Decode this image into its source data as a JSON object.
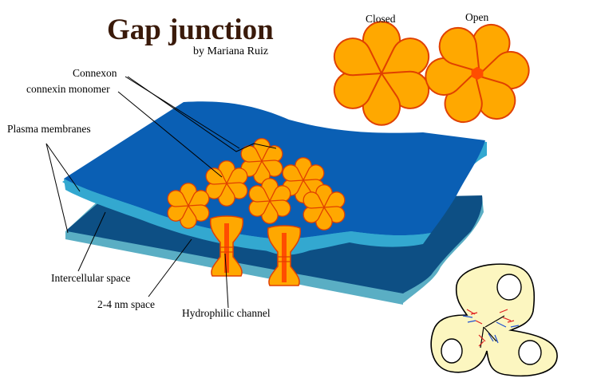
{
  "header": {
    "title": "Gap junction",
    "byline": "by Mariana Ruiz"
  },
  "states": {
    "closed": "Closed",
    "open": "Open"
  },
  "labels": {
    "connexon": "Connexon",
    "connexin_monomer": "connexin monomer",
    "plasma_membranes": "Plasma membranes",
    "intercellular_space": "Intercellular space",
    "nm_space": "2-4 nm space",
    "hydrophilic_channel": "Hydrophilic channel"
  },
  "colors": {
    "membrane_top": "#0a5fb4",
    "membrane_edge": "#33a8d0",
    "membrane_lower": "#0d4f84",
    "membrane_lower_edge": "#5aaec4",
    "connexon_fill": "#ffa800",
    "connexon_stroke": "#e04000",
    "channel_center": "#ff4d00",
    "cell_fill": "#fcf6c0"
  }
}
